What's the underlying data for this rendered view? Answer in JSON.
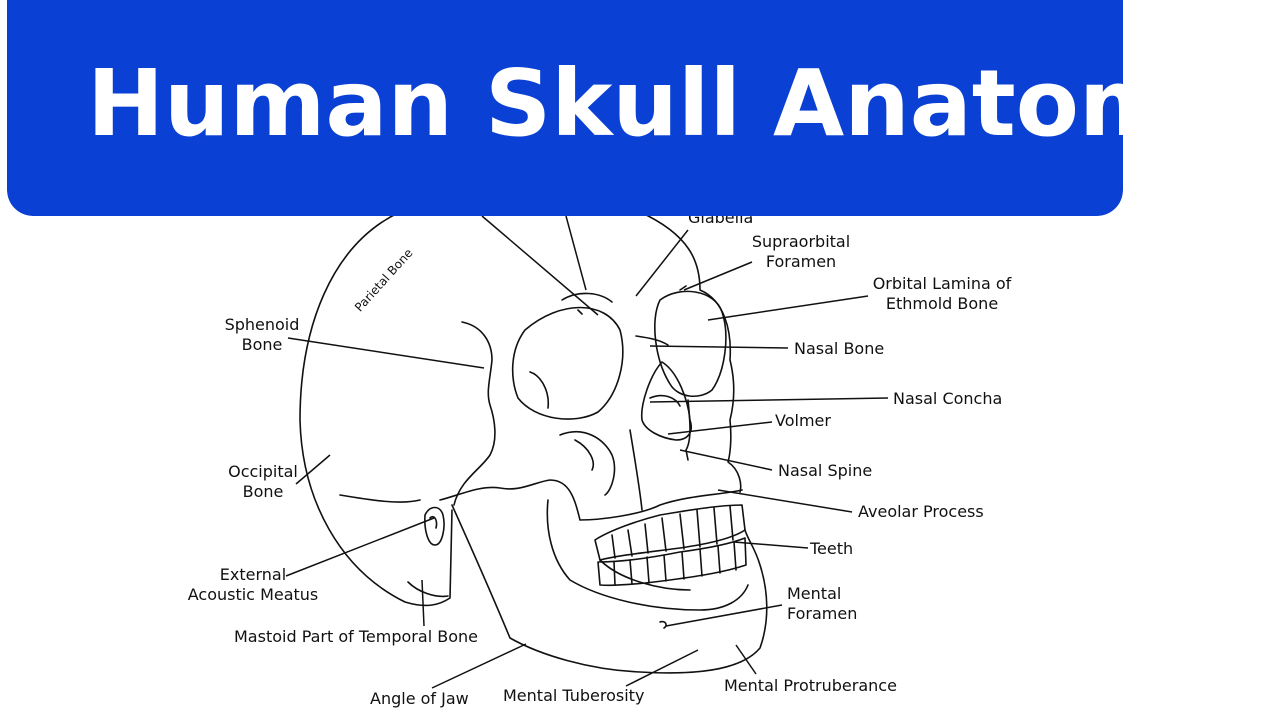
{
  "title": "Human Skull Anatomy",
  "colors": {
    "banner": "#0a41d4",
    "title": "#ffffff",
    "line": "#111111",
    "background": "#ffffff"
  },
  "labels": {
    "glabella": "Glabella",
    "supraorbital_1": "Supraorbital",
    "supraorbital_2": "Foramen",
    "orbital_lamina_1": "Orbital Lamina of",
    "orbital_lamina_2": "Ethmold Bone",
    "nasal_bone": "Nasal Bone",
    "nasal_concha": "Nasal Concha",
    "volmer": "Volmer",
    "nasal_spine": "Nasal Spine",
    "aveolar_process": "Aveolar Process",
    "teeth": "Teeth",
    "mental_foramen_1": "Mental",
    "mental_foramen_2": "Foramen",
    "mental_protruberance": "Mental Protruberance",
    "mental_tuberosity": "Mental Tuberosity",
    "angle_of_jaw": "Angle of Jaw",
    "mastoid": "Mastoid Part of Temporal Bone",
    "external_acoustic_1": "External",
    "external_acoustic_2": "Acoustic Meatus",
    "occipital_1": "Occipital",
    "occipital_2": "Bone",
    "sphenoid_1": "Sphenoid",
    "sphenoid_2": "Bone",
    "parietal": "Parietal Bone"
  }
}
